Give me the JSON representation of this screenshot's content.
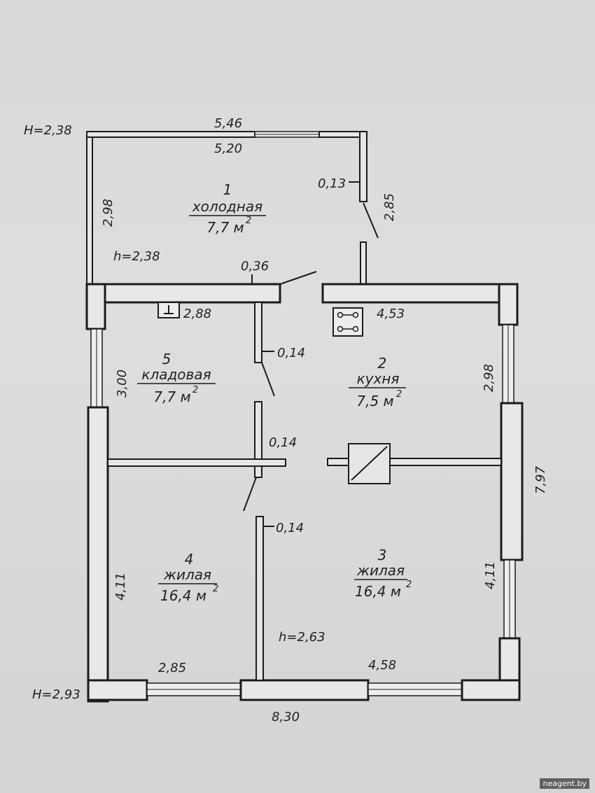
{
  "rooms": [
    {
      "num": "1",
      "name": "холодная",
      "area": "7,7 м"
    },
    {
      "num": "2",
      "name": "кухня",
      "area": "7,5 м"
    },
    {
      "num": "3",
      "name": "жилая",
      "area": "16,4 м"
    },
    {
      "num": "4",
      "name": "жилая",
      "area": "16,4 м"
    },
    {
      "num": "5",
      "name": "кладовая",
      "area": "7,7 м"
    }
  ],
  "area_exponent": "2",
  "heights": {
    "top_H": "H=2,38",
    "bottom_H": "H=2,93",
    "cold_h": "h=2,38",
    "living_h": "h=2,63"
  },
  "dimensions": {
    "outer_top": "5,46",
    "inner_top": "5,20",
    "cold_left": "2,98",
    "cold_right": "2,85",
    "door_013": "0,13",
    "door_036": "0,36",
    "storage_top": "2,88",
    "kitchen_top": "4,53",
    "storage_left": "3,00",
    "kitchen_right": "2,98",
    "wall_014_a": "0,14",
    "wall_014_b": "0,14",
    "wall_014_c": "0,14",
    "outer_right": "7,97",
    "living_left": "4,11",
    "living_right": "4,11",
    "bottom_left": "2,85",
    "bottom_right": "4,58",
    "outer_bottom": "8,30"
  },
  "watermark": "neagent.by"
}
